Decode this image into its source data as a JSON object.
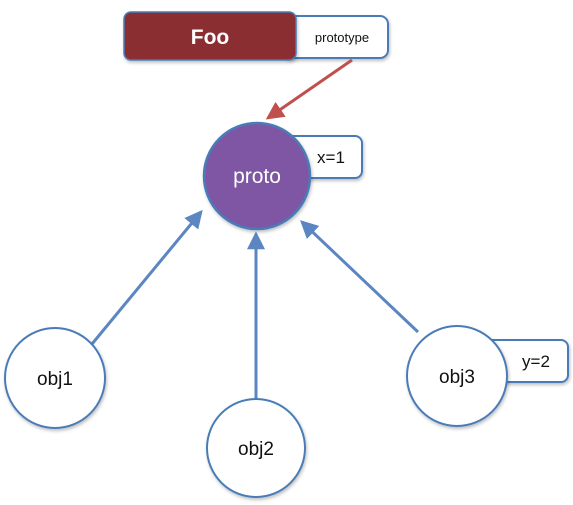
{
  "diagram": {
    "constructor": {
      "label": "Foo",
      "property": "prototype",
      "fill": "#8a2f32",
      "text_color": "#ffffff"
    },
    "prototype_object": {
      "label": "proto",
      "property": "x=1",
      "fill": "#7e57a3",
      "text_color": "#ffffff"
    },
    "instances": [
      {
        "label": "obj1"
      },
      {
        "label": "obj2"
      },
      {
        "label": "obj3",
        "property": "y=2"
      }
    ],
    "colors": {
      "node_stroke": "#4a7bb7",
      "instance_arrow": "#5b86c2",
      "prototype_arrow": "#c0504d",
      "text": "#111111"
    }
  }
}
